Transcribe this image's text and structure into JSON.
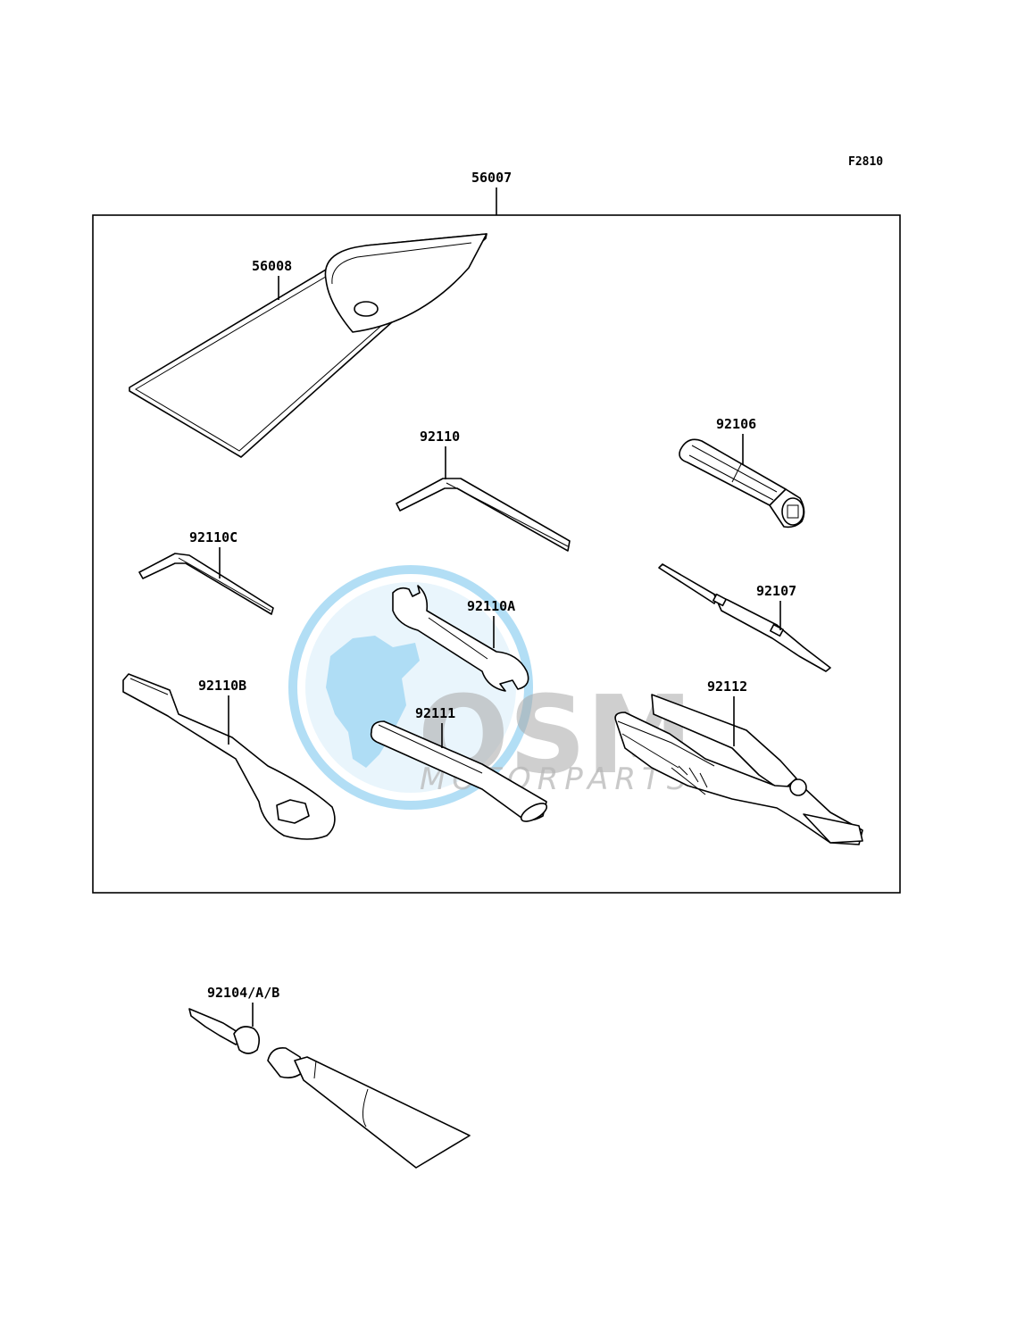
{
  "figure_id": "F2810",
  "labels": {
    "kit": "56007",
    "pouch": "56008",
    "hex_wrench_large": "92110",
    "socket": "92106",
    "hex_wrench_small": "92110C",
    "screwdriver": "92107",
    "open_wrench": "92110A",
    "pliers": "92112",
    "ring_wrench": "92110B",
    "handle": "92111",
    "tube": "92104/A/B"
  },
  "watermark": {
    "brand": "OSM",
    "tagline": "MOTORPARTS",
    "colors": {
      "globe": "#7fc8ee",
      "globe_inner": "#cfe9f8",
      "letters": "#a8a8a8"
    }
  }
}
